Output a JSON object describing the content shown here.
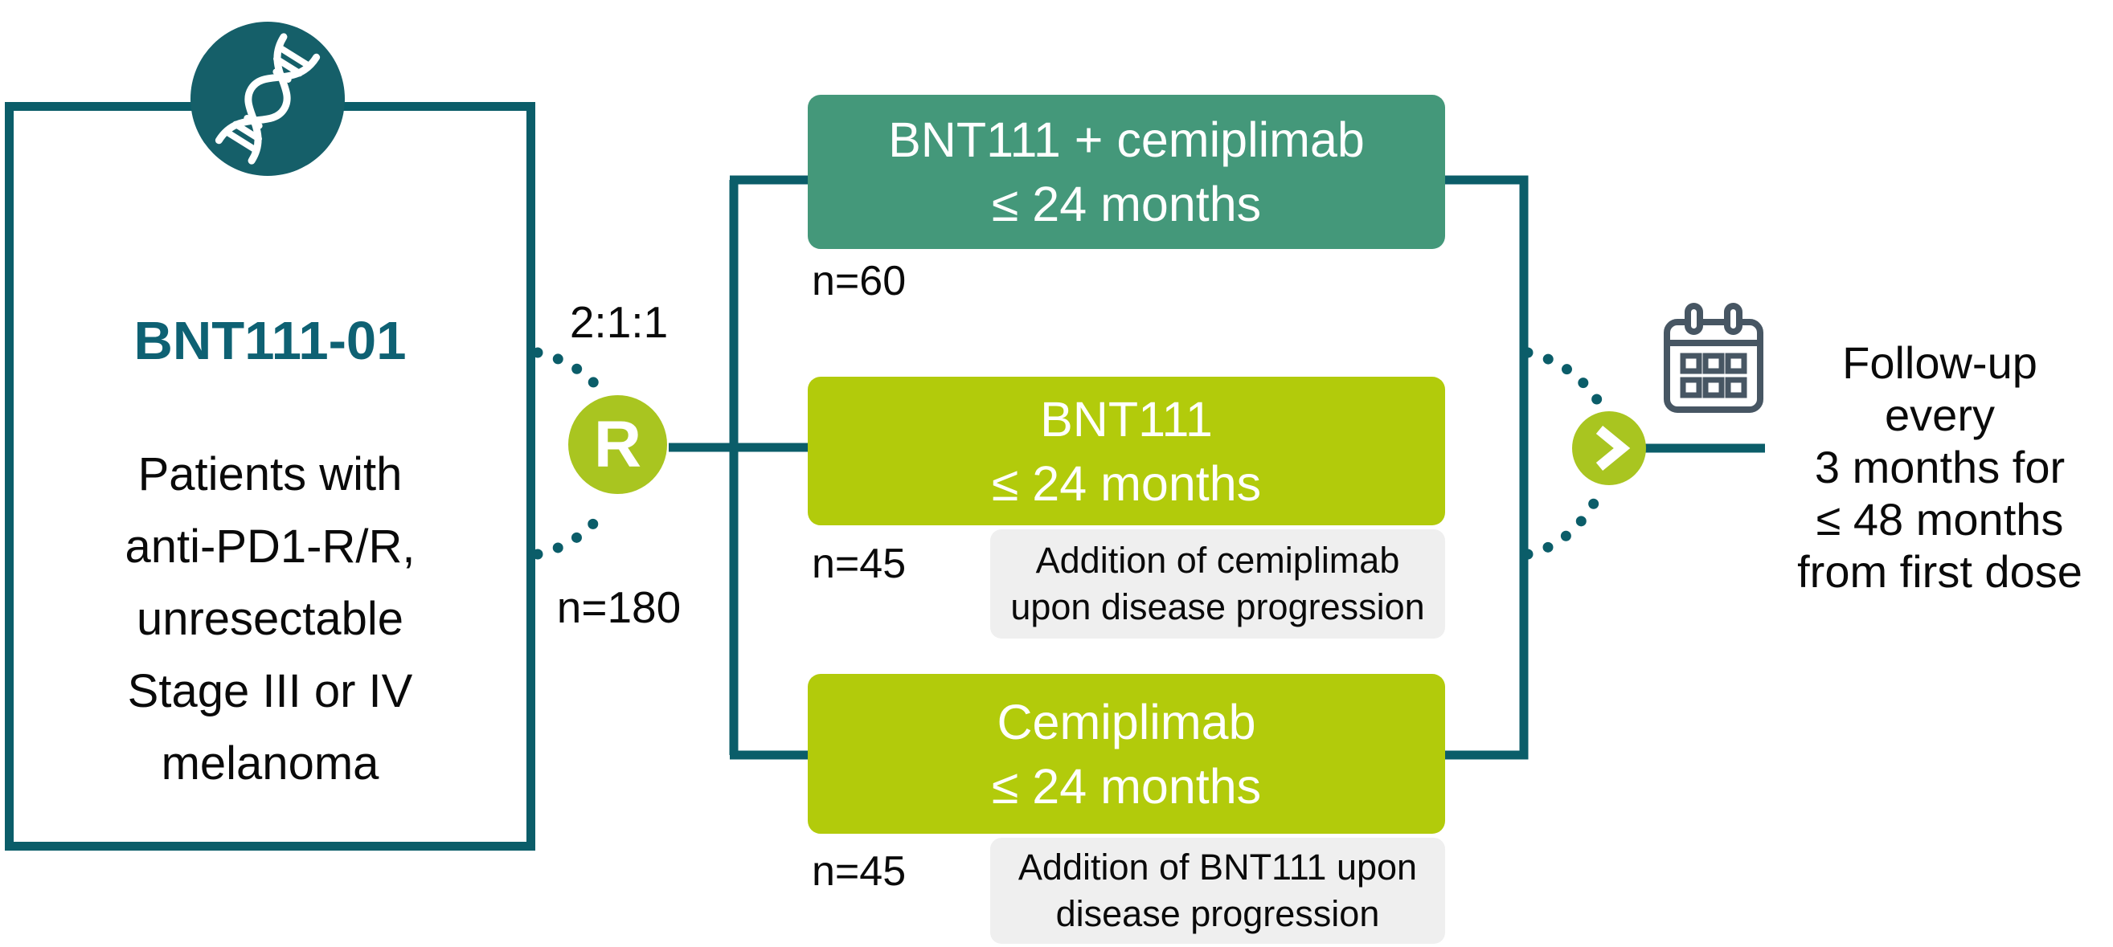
{
  "colors": {
    "teal": "#0B5D69",
    "teal_dark": "#155F69",
    "title": "#0E6173",
    "arm_green": "#44987A",
    "arm_lime": "#B2CB0B",
    "circle_lime": "#A9C520",
    "note_bg": "#EFEFEF",
    "icon_slate": "#475663"
  },
  "left_box": {
    "title": "BNT111-01",
    "description_lines": [
      "Patients with",
      "anti-PD1-R/R,",
      "unresectable",
      "Stage III or IV",
      "melanoma"
    ]
  },
  "randomization": {
    "ratio": "2:1:1",
    "symbol": "R",
    "total": "n=180"
  },
  "arms": [
    {
      "name": "BNT111 + cemiplimab",
      "duration": "≤ 24 months",
      "n": "n=60"
    },
    {
      "name": "BNT111",
      "duration": "≤ 24 months",
      "n": "n=45",
      "note_line1": "Addition of cemiplimab",
      "note_line2": "upon disease progression"
    },
    {
      "name": "Cemiplimab",
      "duration": "≤ 24 months",
      "n": "n=45",
      "note_line1": "Addition of BNT111 upon",
      "note_line2": "disease progression"
    }
  ],
  "follow_up": {
    "lines": [
      "Follow-up",
      "every",
      "3 months for",
      "≤ 48 months",
      "from first dose"
    ]
  },
  "icons": {
    "dna": "dna-helix-icon",
    "calendar": "calendar-icon",
    "chevron": "chevron-right-icon"
  }
}
